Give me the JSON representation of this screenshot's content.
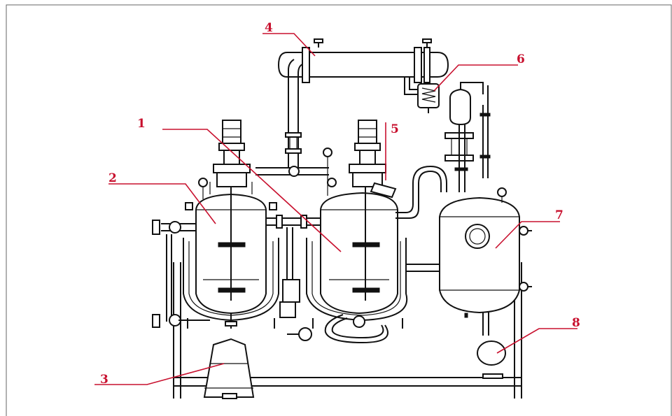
{
  "colors": {
    "leader": "#c8102e",
    "equipment": "#111111",
    "background": "#ffffff"
  },
  "labels": [
    {
      "id": "1",
      "text": "1"
    },
    {
      "id": "2",
      "text": "2"
    },
    {
      "id": "3",
      "text": "3"
    },
    {
      "id": "4",
      "text": "4"
    },
    {
      "id": "5",
      "text": "5"
    },
    {
      "id": "6",
      "text": "6"
    },
    {
      "id": "7",
      "text": "7"
    },
    {
      "id": "8",
      "text": "8"
    }
  ]
}
